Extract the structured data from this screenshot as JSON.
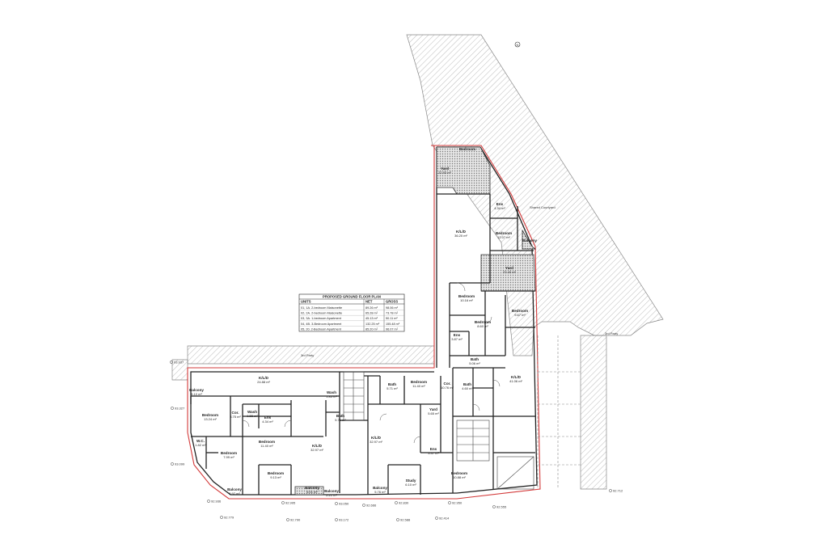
{
  "drawing": {
    "third_party_left": "3rd Party",
    "third_party_right": "3rd Party",
    "shared_courtyard": "Shared Courtyard",
    "north_mark": "N"
  },
  "area_table": {
    "title": "PROPOSED GROUND FLOOR PLAN",
    "headers": [
      "UNITS",
      "NET",
      "GROSS"
    ],
    "rows": [
      {
        "unit": "01, 1A. 2-bedroom Maisonette",
        "net": "89.26 m²",
        "gross": "98.06 m²"
      },
      {
        "unit": "02, 2A. 2-bedroom Maisonette",
        "net": "65.28 m²",
        "gross": "73.78 m²"
      },
      {
        "unit": "03, 3A. 1-bedroom Apartment",
        "net": "45.13 m²",
        "gross": "50.11 m²"
      },
      {
        "unit": "04, 4B. 3-Bedroom Apartment",
        "net": "132.25 m²",
        "gross": "155.48 m²"
      },
      {
        "unit": "05, 20. 2-Bedroom Apartment",
        "net": "85.20 m²",
        "gross": "96.07 m²"
      }
    ]
  },
  "rooms": [
    {
      "id": "yard-top",
      "name": "Yard",
      "area": "22.93 m²"
    },
    {
      "id": "bedroom-top",
      "name": "Bedroom",
      "area": ""
    },
    {
      "id": "ens-top",
      "name": "Ens",
      "area": "4.34 m²"
    },
    {
      "id": "kld-top",
      "name": "K/L/D",
      "area": "36.20 m²"
    },
    {
      "id": "bedroom-2",
      "name": "Bedroom",
      "area": "12.07 m²"
    },
    {
      "id": "balcony-top",
      "name": "Balcony",
      "area": ""
    },
    {
      "id": "yard-mid",
      "name": "Yard",
      "area": "23.40 m²"
    },
    {
      "id": "bedroom-3",
      "name": "Bedroom",
      "area": "10.16 m²"
    },
    {
      "id": "bedroom-4",
      "name": "Bedroom",
      "area": "9.67 m²"
    },
    {
      "id": "bedroom-5",
      "name": "Bedroom",
      "area": "8.60 m²"
    },
    {
      "id": "ens-mid",
      "name": "Ens",
      "area": "3.87 m²"
    },
    {
      "id": "bath-r",
      "name": "Bath",
      "area": "5.06 m²"
    },
    {
      "id": "kld-right",
      "name": "K/L/D",
      "area": "41.06 m²"
    },
    {
      "id": "bath-c",
      "name": "Bath",
      "area": "5.71 m²"
    },
    {
      "id": "bedroom-c",
      "name": "Bedroom",
      "area": "11.40 m²"
    },
    {
      "id": "cor-c",
      "name": "Cor.",
      "area": "10.76 m²"
    },
    {
      "id": "bath-c2",
      "name": "Bath",
      "area": "4.60 m²"
    },
    {
      "id": "kld-left",
      "name": "K/L/D",
      "area": "24.88 m²"
    },
    {
      "id": "balcony-l",
      "name": "Balcony",
      "area": "5.10 m²"
    },
    {
      "id": "bedroom-l1",
      "name": "Bedroom",
      "area": "13.24 m²"
    },
    {
      "id": "cor-l",
      "name": "Cor.",
      "area": "3.75 m²"
    },
    {
      "id": "wash-l",
      "name": "Wash",
      "area": "1.55 m²"
    },
    {
      "id": "ens-l",
      "name": "Ens",
      "area": "4.34 m²"
    },
    {
      "id": "wash-l2",
      "name": "Wash",
      "area": "1.85 m²"
    },
    {
      "id": "bath-l",
      "name": "Bath",
      "area": "5.71 m²"
    },
    {
      "id": "yard-c",
      "name": "Yard",
      "area": "5.65 m²"
    },
    {
      "id": "kld-c",
      "name": "K/L/D",
      "area": "32.97 m²"
    },
    {
      "id": "bedroom-l2",
      "name": "Bedroom",
      "area": "11.40 m²"
    },
    {
      "id": "kld-l2",
      "name": "K/L/D",
      "area": "32.97 m²"
    },
    {
      "id": "wc-l",
      "name": "W.C.",
      "area": "1.82 m²"
    },
    {
      "id": "bedroom-l3",
      "name": "Bedroom",
      "area": "7.99 m²"
    },
    {
      "id": "bedroom-l4",
      "name": "Bedroom",
      "area": "9.13 m²"
    },
    {
      "id": "ens-c",
      "name": "Ens",
      "area": "3.37 m²"
    },
    {
      "id": "study",
      "name": "Study",
      "area": "6.10 m²"
    },
    {
      "id": "bedroom-c2",
      "name": "Bedroom",
      "area": "10.88 m²"
    },
    {
      "id": "balcony-b1",
      "name": "Balcony",
      "area": "5.97 m²"
    },
    {
      "id": "balcony-b2",
      "name": "Balcony",
      "area": "6.01 m²"
    },
    {
      "id": "balcony-b3",
      "name": "Balcony",
      "area": "5.76 m²"
    },
    {
      "id": "balcony-b4",
      "name": "Balcony",
      "area": "2.21 m²"
    }
  ],
  "levels": [
    "93.937",
    "93.327",
    "93.099",
    "92.936",
    "92.779",
    "92.995",
    "92.790",
    "93.050",
    "93.172",
    "92.666",
    "92.830",
    "92.588",
    "92.950",
    "92.414",
    "92.555",
    "92.712"
  ]
}
